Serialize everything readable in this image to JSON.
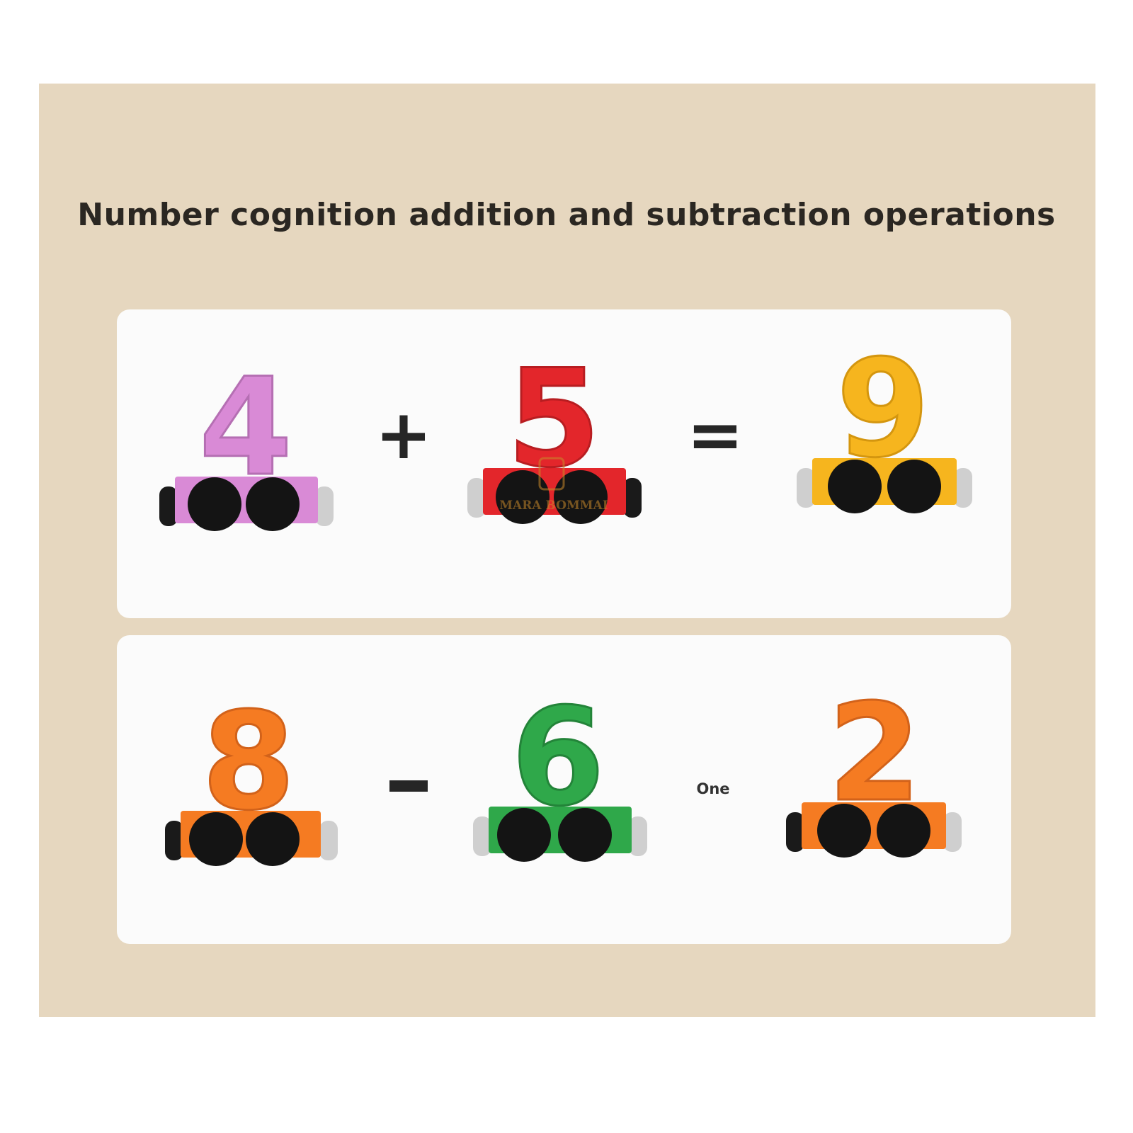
{
  "title": "Number cognition addition and subtraction operations",
  "colors": {
    "frame": "#e6d7bf",
    "panel": "#fbfbfb",
    "text": "#2b2722",
    "wheel": "#141414"
  },
  "equations": [
    {
      "operands": [
        {
          "digit": "4",
          "color": "#d98ad6",
          "shade": "#b56fb3"
        },
        {
          "digit": "5",
          "color": "#e3262b",
          "shade": "#b81d21"
        },
        {
          "digit": "9",
          "color": "#f6b51e",
          "shade": "#d4960f"
        }
      ],
      "operator": "+",
      "equals": "="
    },
    {
      "operands": [
        {
          "digit": "8",
          "color": "#f57b22",
          "shade": "#d2621a"
        },
        {
          "digit": "6",
          "color": "#2fa84a",
          "shade": "#238439"
        },
        {
          "digit": "2",
          "color": "#f57b22",
          "shade": "#d2621a"
        }
      ],
      "operator": "-",
      "equals": "One"
    }
  ],
  "watermark": {
    "brand": "MARA BOMMAI"
  }
}
